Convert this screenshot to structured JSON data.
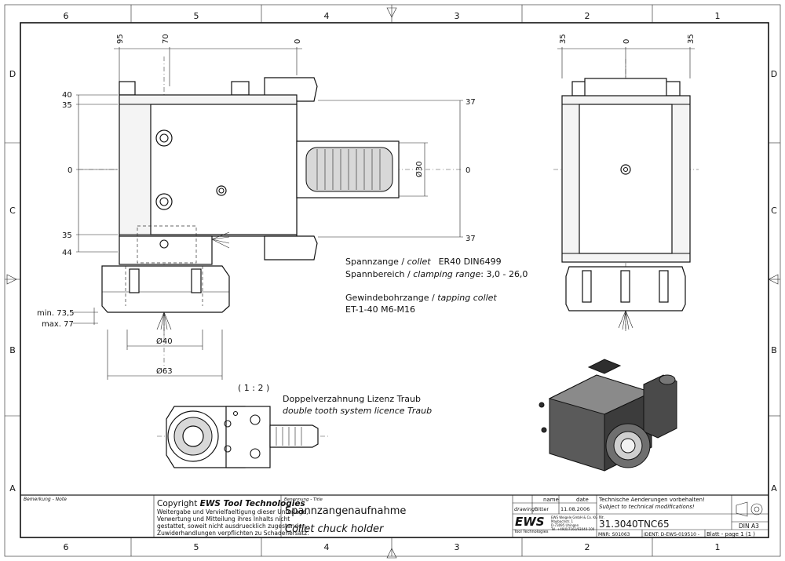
{
  "frame": {
    "columns_top": [
      "6",
      "5",
      "4",
      "3",
      "2",
      "1"
    ],
    "columns_bottom": [
      "6",
      "5",
      "4",
      "3",
      "2",
      "1"
    ],
    "rows_left": [
      "D",
      "C",
      "B",
      "A"
    ],
    "rows_right": [
      "D",
      "C",
      "B",
      "A"
    ]
  },
  "front_view": {
    "dims_top": [
      "95",
      "70",
      "0"
    ],
    "dims_left": [
      "40",
      "35",
      "0",
      "35",
      "44"
    ],
    "dims_right": [
      "37",
      "0",
      "37"
    ],
    "dia_label": "Ø30",
    "min_label": "min. 73,5",
    "max_label": "max. 77",
    "dia40": "Ø40",
    "dia63": "Ø63"
  },
  "side_view": {
    "dims_top": [
      "35",
      "0",
      "35"
    ]
  },
  "spec": {
    "collet_line_de": "Spannzange / ",
    "collet_line_en": "collet",
    "collet_value": "ER40   DIN6499",
    "range_line_de": "Spannbereich / ",
    "range_line_en": "clamping range",
    "range_value": ": 3,0 - 26,0",
    "tap_line_de": "Gewindebohrzange / ",
    "tap_line_en": "tapping collet",
    "tap_value": "ET-1-40   M6-M16"
  },
  "detail": {
    "scale": "( 1 : 2 )",
    "note_de": "Doppelverzahnung Lizenz Traub",
    "note_en": "double tooth system licence Traub"
  },
  "title_block": {
    "remark_label": "Bemerkung - Note",
    "copyright_title_prefix": "Copyright ",
    "copyright_brand": "EWS Tool Technologies",
    "copyright_lines": [
      "Weitergabe und Vervielfaeltigung dieser Unterlage,",
      "Verwertung und Mitteilung ihres Inhalts nicht",
      "gestattet, soweit nicht ausdruecklich zugestanden.",
      "Zuwiderhandlungen verpflichten zu Schadenersatz."
    ],
    "title_label": "Benennung - Title",
    "title_de": "Spannzangenaufnahme",
    "title_en": "Collet chuck holder",
    "col_name": "name",
    "col_date": "date",
    "row_drawing": "drawing",
    "drawer": "Bitter",
    "drawn_date": "11.08.2006",
    "logo_text": "EWS",
    "logo_sub": "Tool Technologies",
    "company_lines": [
      "EWS Weigele GmbH & Co. KG",
      "Maybachstr. 1",
      "D-73095 Uhingen",
      "Tel. +49(0)7161/93040-100"
    ],
    "notice_de": "Technische Aenderungen vorbehalten!",
    "notice_en": "Subject to technical modifications!",
    "nr_label": "Nr.",
    "part_number": "31.3040TNC65",
    "mnr": "MNR: S01063",
    "ident": "IDENT: D-EWS-019510 -",
    "sheet": "Blatt - page  1 (1 )",
    "format": "DIN A3"
  }
}
